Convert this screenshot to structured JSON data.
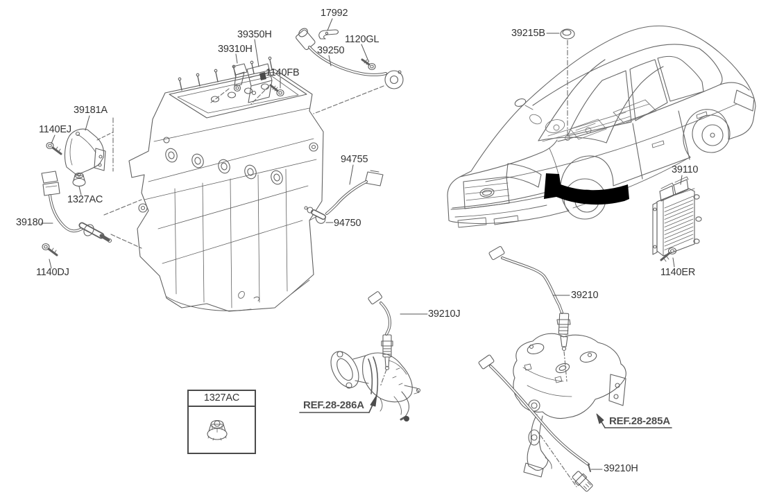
{
  "diagram": {
    "description": "Engine electronic control parts diagram (engine, sedan, ECU, oxygen sensors, exhaust manifold, catalytic converter)",
    "colors": {
      "background": "#ffffff",
      "line": "#5f5f5f",
      "label_text": "#333333",
      "ref_label_text": "#4d4d4d",
      "arrow_fill": "#000000"
    },
    "part_labels": [
      {
        "text": "17992"
      },
      {
        "text": "39350H"
      },
      {
        "text": "39310H"
      },
      {
        "text": "1120GL"
      },
      {
        "text": "39250"
      },
      {
        "text": "1140FB"
      },
      {
        "text": "39181A"
      },
      {
        "text": "1140EJ"
      },
      {
        "text": "1327AC"
      },
      {
        "text": "39180"
      },
      {
        "text": "1140DJ"
      },
      {
        "text": "94755"
      },
      {
        "text": "94750"
      },
      {
        "text": "39215B"
      },
      {
        "text": "39110"
      },
      {
        "text": "1140ER"
      },
      {
        "text": "39210"
      },
      {
        "text": "39210J"
      },
      {
        "text": "39210H"
      }
    ],
    "ref_labels": [
      {
        "text": "REF.28-286A"
      },
      {
        "text": "REF.28-285A"
      }
    ],
    "legend_box": {
      "part_number": "1327AC",
      "icon": "flange-nut-icon"
    },
    "figures": [
      "engine-drawing",
      "sedan-car-drawing",
      "engine-bay-arrow",
      "grommet-icon",
      "ecu-icon",
      "camshaft-sensor-icon",
      "sensor-bracket-icon",
      "wiring-clip-icon",
      "knock-sensor-icon",
      "heat-shield-icon",
      "flange-nut-icon",
      "oxygen-sensor-icon",
      "bolt-icon",
      "connector-icon",
      "catalytic-converter-drawing",
      "exhaust-manifold-drawing"
    ]
  }
}
